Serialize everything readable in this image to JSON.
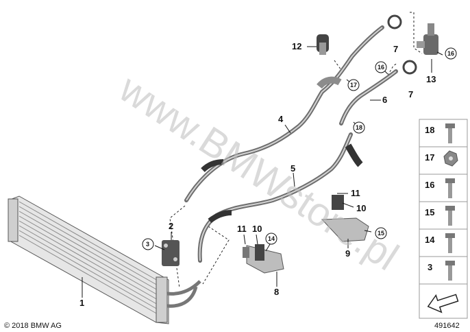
{
  "watermark": "www.BMWstore.pl",
  "copyright": "© 2018 BMW AG",
  "diagram_id": "491642",
  "callouts": {
    "c1": "1",
    "c2": "2",
    "c3": "3",
    "c4": "4",
    "c5": "5",
    "c6": "6",
    "c7a": "7",
    "c7b": "7",
    "c8": "8",
    "c9": "9",
    "c10a": "10",
    "c10b": "10",
    "c11a": "11",
    "c11b": "11",
    "c12": "12",
    "c13": "13",
    "c14": "14",
    "c15": "15",
    "c16a": "16",
    "c16b": "16",
    "c17": "17",
    "c18": "18"
  },
  "legend": [
    "18",
    "17",
    "16",
    "15",
    "14",
    "3"
  ]
}
